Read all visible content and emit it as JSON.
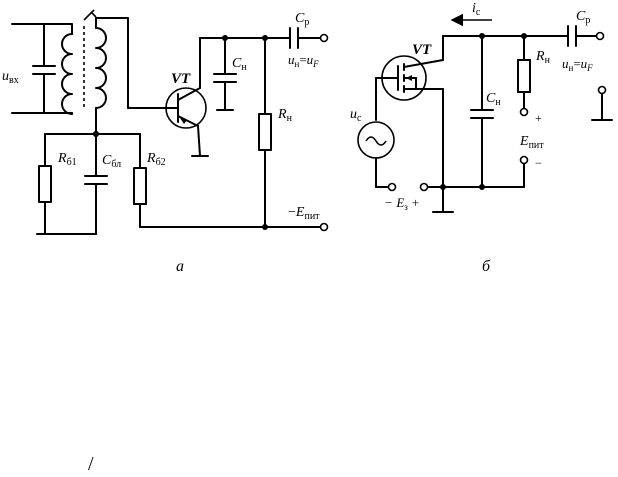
{
  "diagram_a": {
    "caption": "а",
    "input_voltage": {
      "main": "u",
      "sub": "вх"
    },
    "transistor": "VT",
    "coupling_capacitor": {
      "main": "C",
      "sub": "р"
    },
    "load_capacitor": {
      "main": "C",
      "sub": "н"
    },
    "load_resistor": {
      "main": "R",
      "sub": "н"
    },
    "output_voltage": {
      "main": "u",
      "sub": "н",
      "eq": "=",
      "rhs": "u",
      "rhs_sub": "F"
    },
    "bias_resistor_1": {
      "main": "R",
      "sub": "б1"
    },
    "bypass_capacitor": {
      "main": "C",
      "sub": "бл"
    },
    "bias_resistor_2": {
      "main": "R",
      "sub": "б2"
    },
    "supply": {
      "prefix": "−",
      "main": "E",
      "sub": "пит"
    }
  },
  "diagram_b": {
    "caption": "б",
    "drain_current": {
      "main": "i",
      "sub": "с"
    },
    "transistor": "VT",
    "coupling_capacitor": {
      "main": "C",
      "sub": "р"
    },
    "load_resistor": {
      "main": "R",
      "sub": "н"
    },
    "load_capacitor": {
      "main": "C",
      "sub": "н"
    },
    "output_voltage": {
      "main": "u",
      "sub": "н",
      "eq": "=",
      "rhs": "u",
      "rhs_sub": "F"
    },
    "signal_source": {
      "main": "u",
      "sub": "с"
    },
    "gate_bias": {
      "minus": "−",
      "main": "E",
      "sub": "з",
      "plus": "+"
    },
    "supply": {
      "main": "E",
      "sub": "пит",
      "plus": "+",
      "minus": "−"
    }
  },
  "footer_mark": "/"
}
